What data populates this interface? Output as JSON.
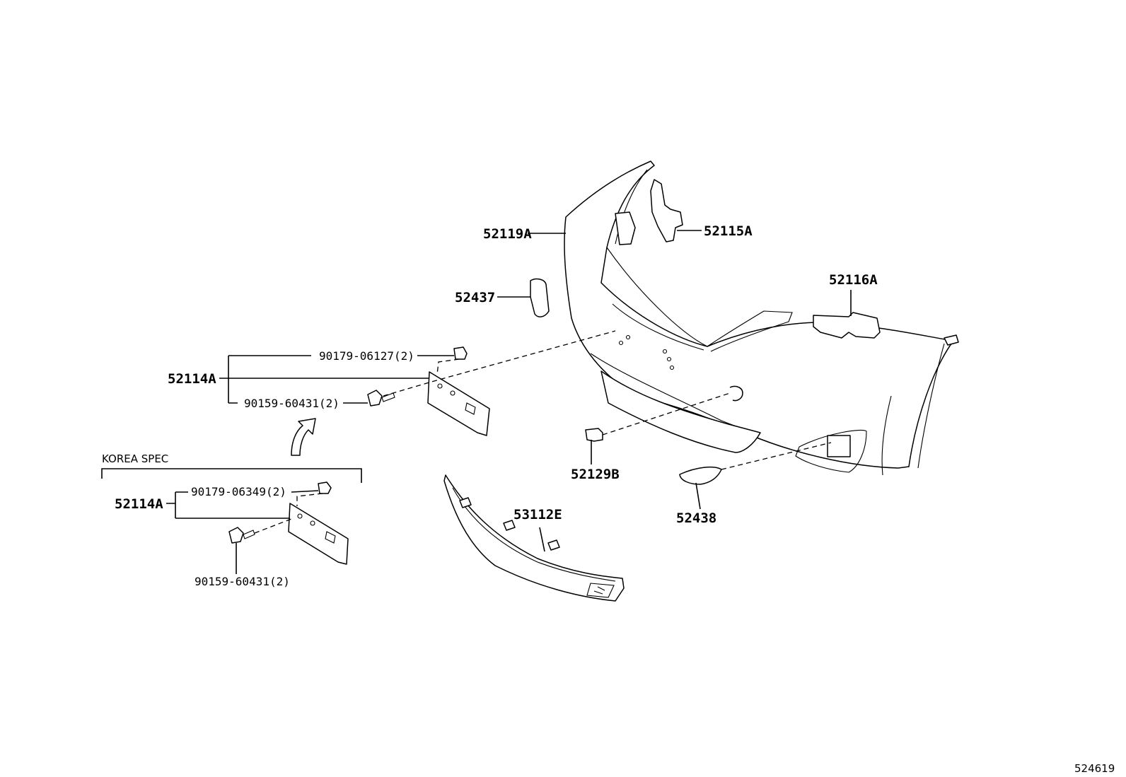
{
  "diagram_id": "524619",
  "korea_spec_label": "KOREА SPEC",
  "parts": {
    "bumper_cover": "52119A",
    "retainer_right": "52115A",
    "retainer_center": "52116A",
    "cap_left": "52437",
    "cap_right": "52438",
    "hole_cover": "52129B",
    "grille": "53112E",
    "bracket": "52114A",
    "bracket_korea": "52114A",
    "nut": "90179-06127(2)",
    "screw": "90159-60431(2)",
    "nut_korea": "90179-06349(2)",
    "screw_korea": "90159-60431(2)"
  }
}
